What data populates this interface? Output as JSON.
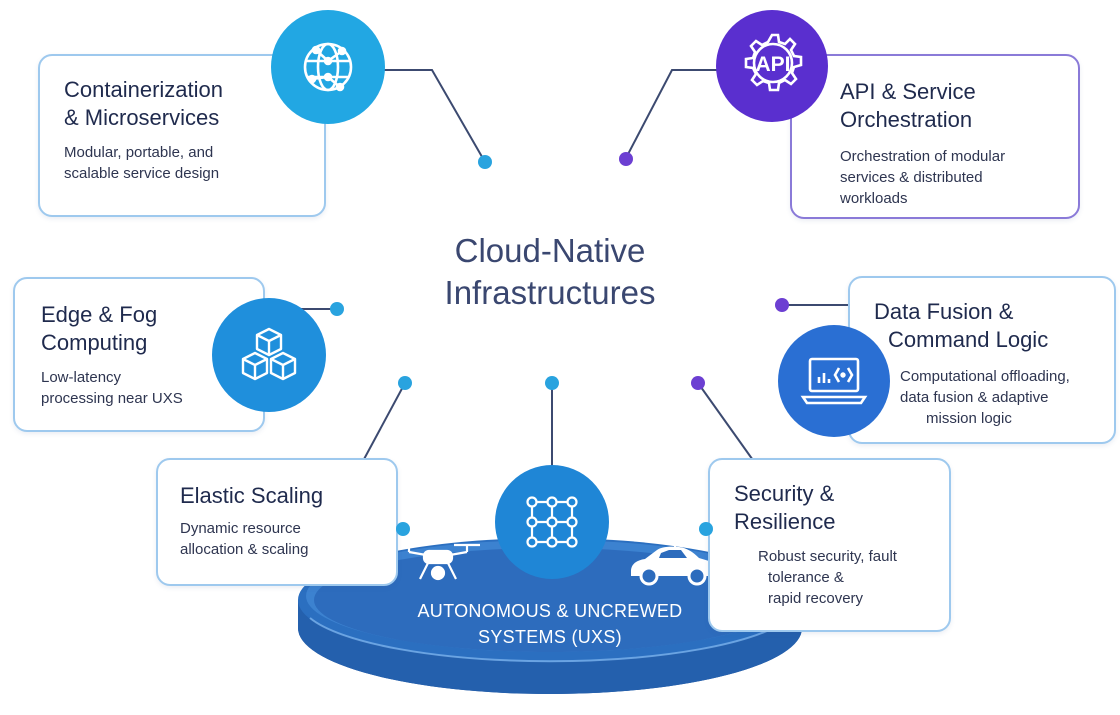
{
  "title": {
    "line1": "Cloud-Native",
    "line2": "Infrastructures"
  },
  "colors": {
    "blue_accent": "#29a3df",
    "violet_accent": "#6c3fd2",
    "platform": "#2a69b8",
    "border_blue": "#9ec9ee",
    "border_purple": "#8a7ad8"
  },
  "cards": {
    "containerization": {
      "title1": "Containerization",
      "title2": "& Microservices",
      "desc1": "Modular, portable, and",
      "desc2": "scalable service design",
      "icon": "network-sphere-icon"
    },
    "api": {
      "title1": "API & Service",
      "title2": "Orchestration",
      "desc1": "Orchestration of modular",
      "desc2": "services & distributed",
      "desc3": "workloads",
      "icon": "api-gear-icon"
    },
    "edge": {
      "title1": "Edge & Fog",
      "title2": "Computing",
      "desc1": "Low-latency",
      "desc2": "processing near UXS",
      "icon": "cubes-icon"
    },
    "fusion": {
      "title1": "Data Fusion &",
      "title2": "Command Logic",
      "desc1": "Computational offloading,",
      "desc2": "data fusion & adaptive",
      "desc3": "mission logic",
      "icon": "laptop-code-icon"
    },
    "elastic": {
      "title": "Elastic Scaling",
      "desc1": "Dynamic resource",
      "desc2": "allocation & scaling"
    },
    "security": {
      "title1": "Security &",
      "title2": "Resilience",
      "desc1": "Robust security, fault",
      "desc2": "tolerance &",
      "desc3": "rapid recovery"
    }
  },
  "platform": {
    "line1": "AUTONOMOUS & UNCREWED",
    "line2": "SYSTEMS (UXS)",
    "center_icon": "grid-nodes-icon",
    "left_icon": "drone-icon",
    "right_icon": "car-icon"
  }
}
